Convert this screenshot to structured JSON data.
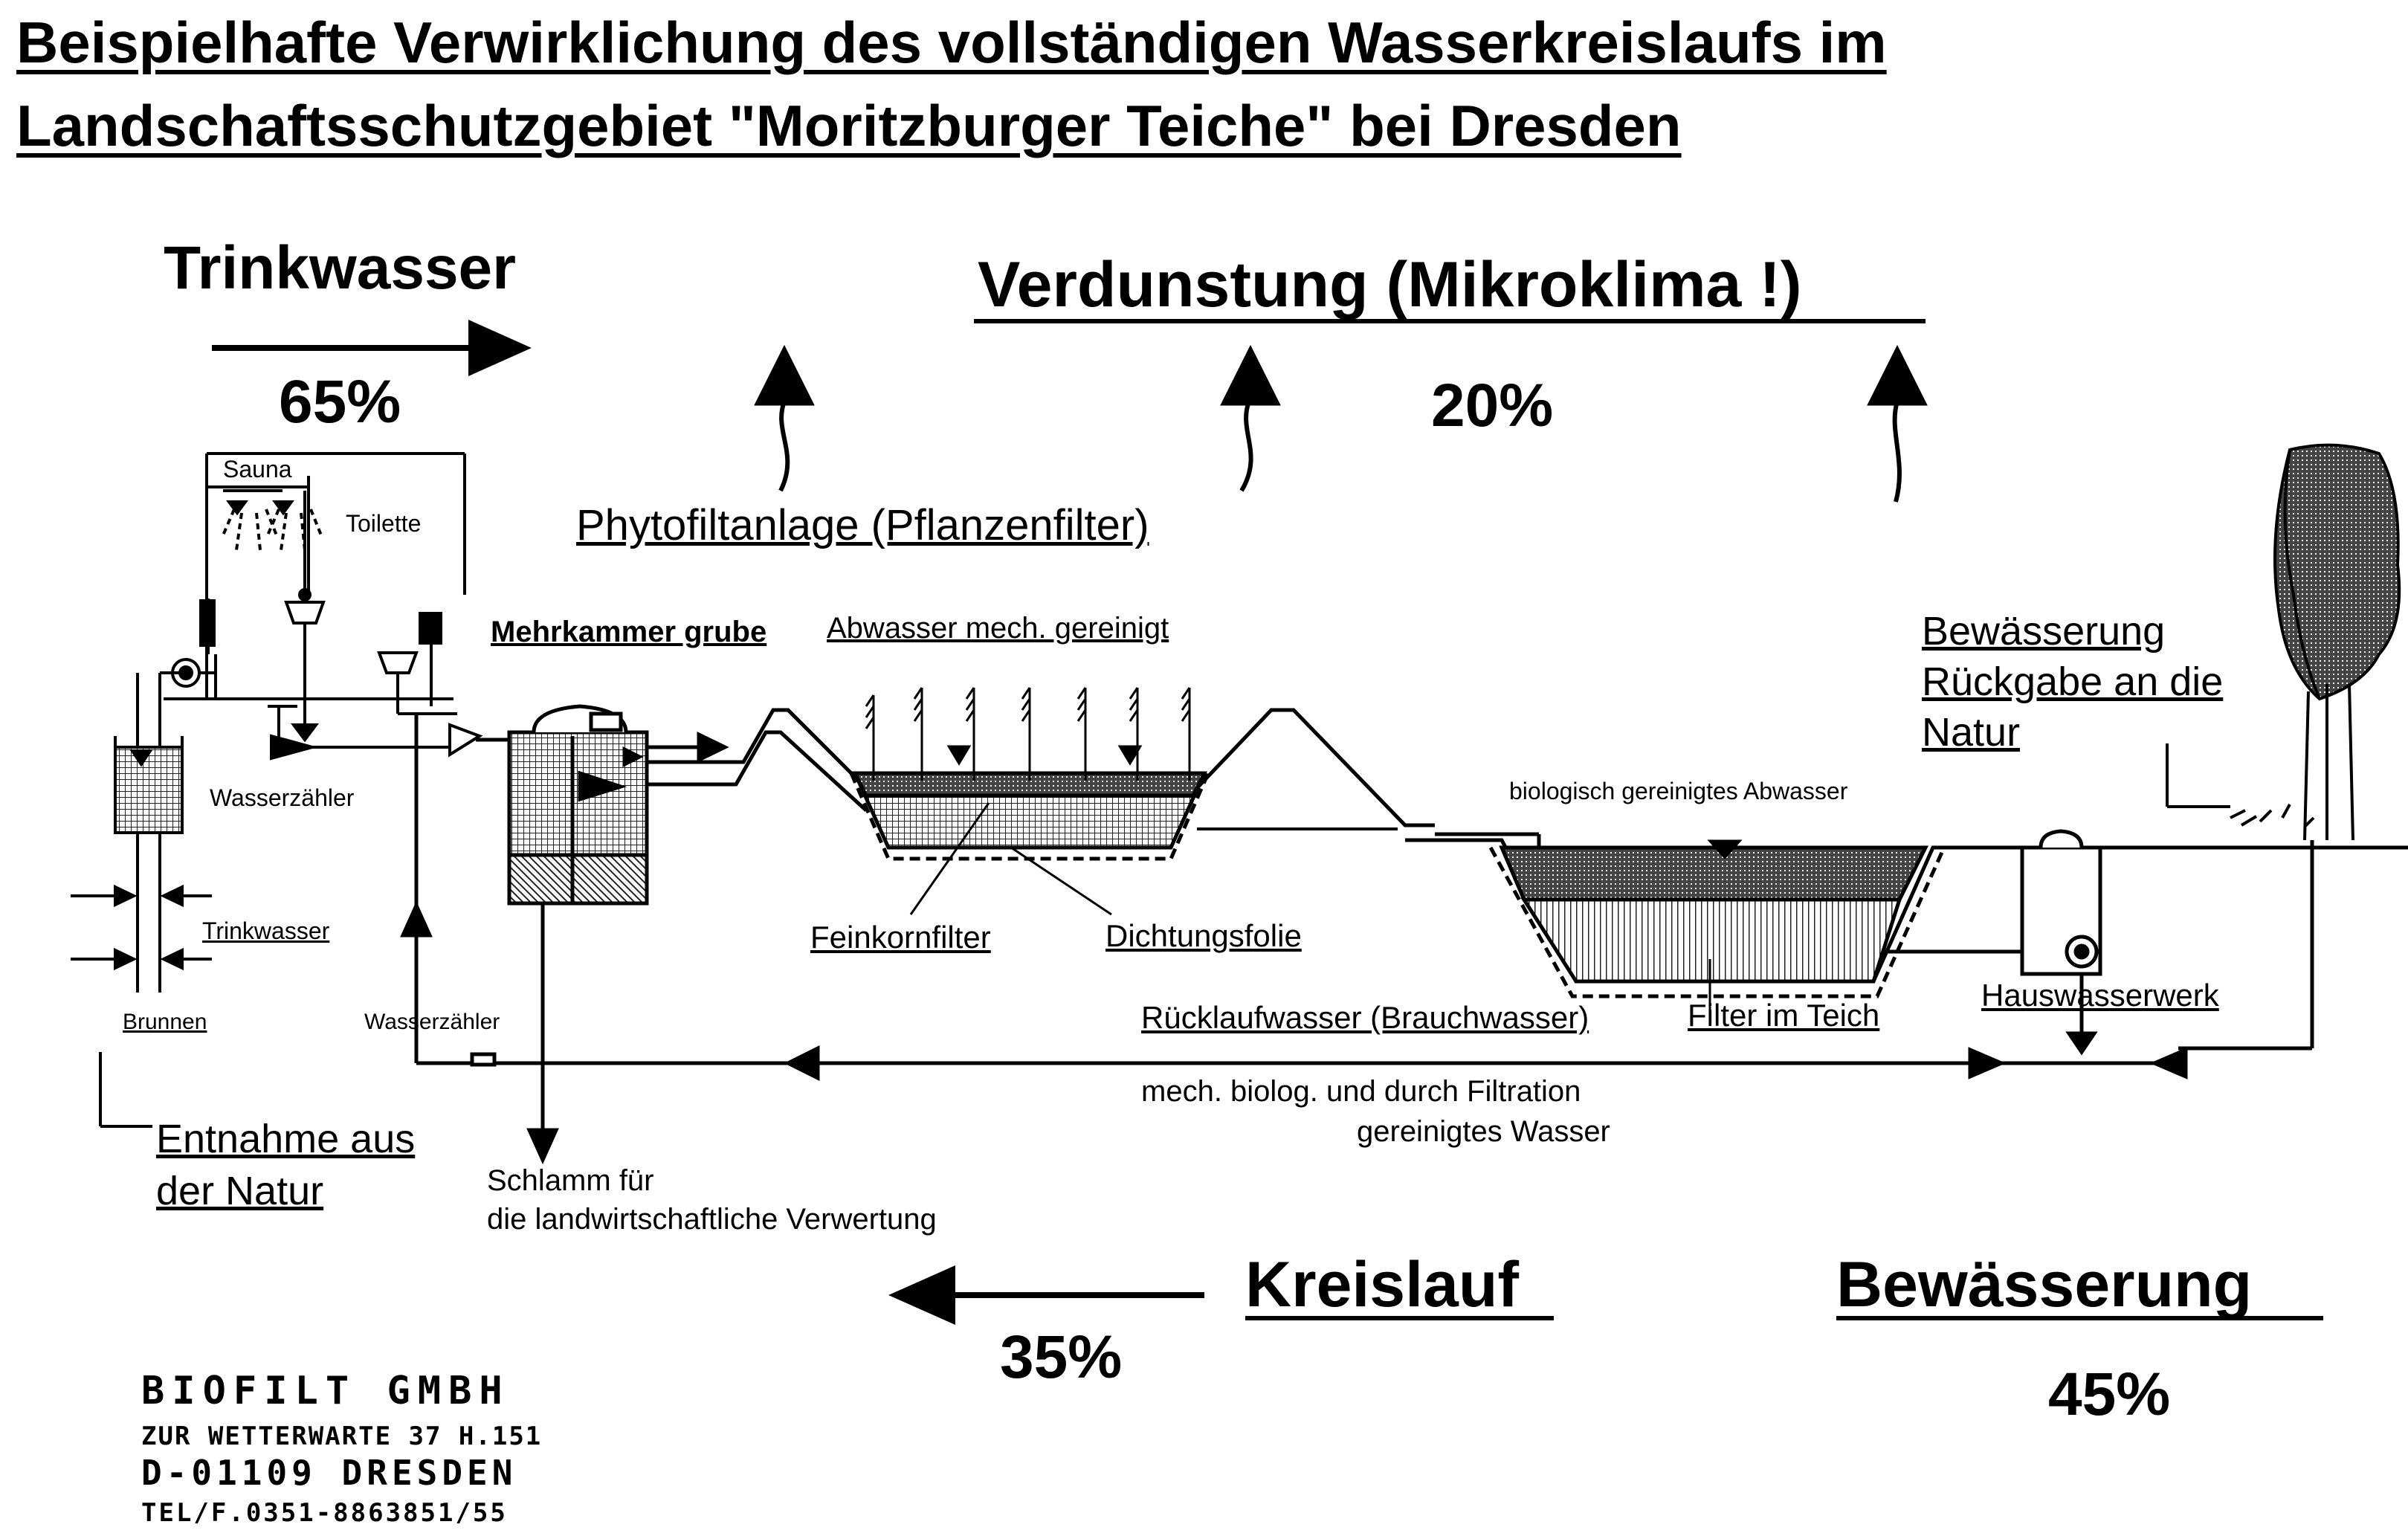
{
  "title": {
    "line1": "Beispielhafte Verwirklichung des vollständigen Wasserkreislaufs im",
    "line2": "Landschaftsschutzgebiet \"Moritzburger Teiche\"  bei Dresden"
  },
  "flows": {
    "trinkwasser": {
      "label": "Trinkwasser",
      "percent": "65%"
    },
    "verdunstung": {
      "label": "Verdunstung (Mikroklima !)",
      "percent": "20%"
    },
    "kreislauf": {
      "label": "Kreislauf",
      "percent": "35%"
    },
    "bewaesserung": {
      "label": "Bewässerung",
      "percent": "45%"
    }
  },
  "labels": {
    "phytofilt": "Phytofiltanlage  (Pflanzenfilter)",
    "sauna": "Sauna",
    "toilette": "Toilette",
    "mehrkammer": "Mehrkammer grube",
    "abwasser_mech": "Abwasser mech. gereinigt",
    "bewaesserung_rueckgabe_1": "Bewässerung",
    "bewaesserung_rueckgabe_2": "Rückgabe an die",
    "bewaesserung_rueckgabe_3": "Natur",
    "wasserzaehler_top": "Wasserzähler",
    "biologisch": "biologisch gereinigtes Abwasser",
    "trinkwasser_small": "Trinkwasser",
    "feinkornfilter": "Feinkornfilter",
    "dichtungsfolie": "Dichtungsfolie",
    "brunnen": "Brunnen",
    "wasserzaehler_bottom": "Wasserzähler",
    "ruecklaufwasser": "Rücklaufwasser (Brauchwasser)",
    "filter_teich": "Filter im Teich",
    "hauswasserwerk": "Hauswasserwerk",
    "mech_biolog": "mech. biolog. und durch Filtration",
    "gereinigtes": "gereinigtes Wasser",
    "entnahme_1": "Entnahme aus",
    "entnahme_2": "der Natur",
    "schlamm_1": "Schlamm für",
    "schlamm_2": "die landwirtschaftliche Verwertung"
  },
  "company": {
    "name": "BIOFILT  GMBH",
    "street": "ZUR WETTERWARTE 37 H.151",
    "city": "D-01109  DRESDEN",
    "phone": "TEL/F.0351-8863851/55"
  },
  "colors": {
    "ink": "#000000",
    "paper": "#ffffff",
    "hatch": "#555555"
  }
}
